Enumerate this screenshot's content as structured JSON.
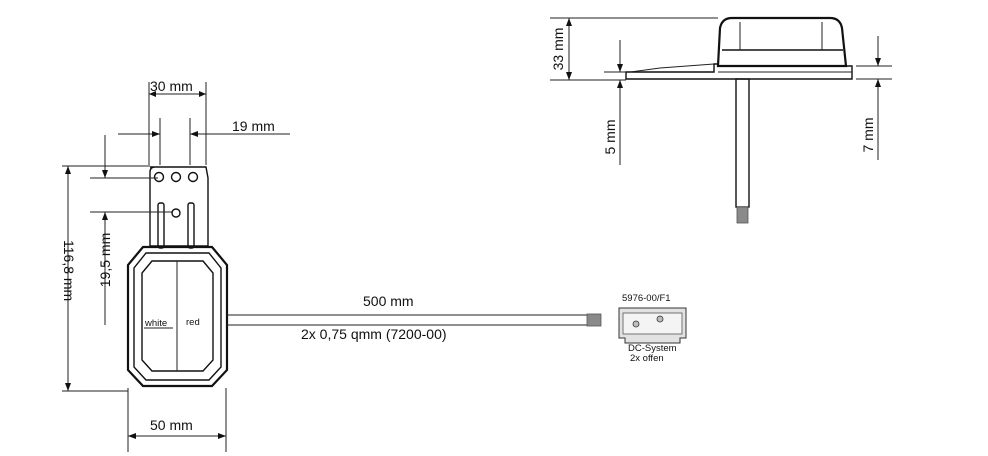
{
  "dimensions": {
    "width_top": "30 mm",
    "offset_right": "19 mm",
    "height_total": "116,8 mm",
    "height_inner": "19,5 mm",
    "width_bottom": "50 mm",
    "height_side": "33 mm",
    "base_left": "5 mm",
    "base_right": "7 mm"
  },
  "labels": {
    "wire_left": "white",
    "wire_right": "red",
    "cable_length": "500 mm",
    "cable_spec": "2x 0,75 qmm (7200-00)",
    "connector_code": "5976-00/F1",
    "connector_system": "DC-System",
    "connector_type": "2x offen"
  },
  "colors": {
    "line": "#111111",
    "cable_end": "#8a8a8a",
    "connector_fill": "#dcdcdc"
  }
}
